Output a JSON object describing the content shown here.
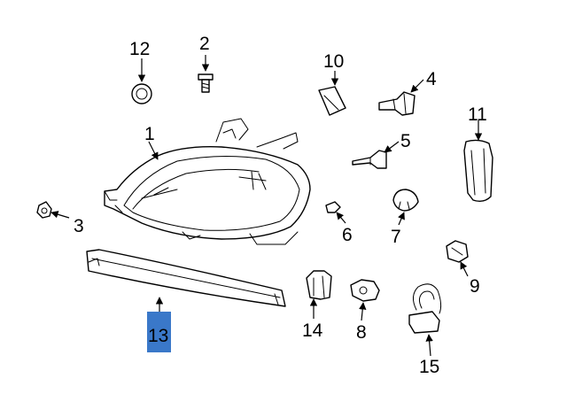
{
  "callouts": {
    "c1": "1",
    "c2": "2",
    "c3": "3",
    "c4": "4",
    "c5": "5",
    "c6": "6",
    "c7": "7",
    "c8": "8",
    "c9": "9",
    "c10": "10",
    "c11": "11",
    "c12": "12",
    "c13": "13",
    "c14": "14",
    "c15": "15"
  },
  "highlight": {
    "callout": "13",
    "color": "#3a78c9"
  }
}
